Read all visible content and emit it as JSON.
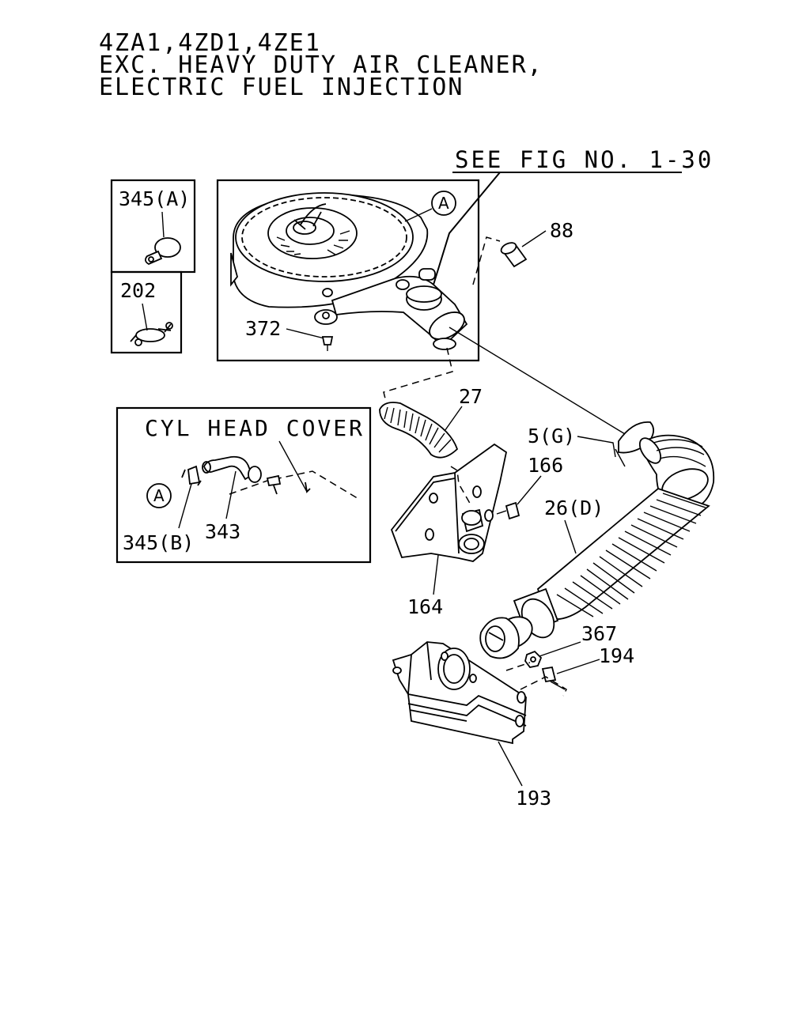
{
  "header": {
    "line1": "4ZA1,4ZD1,4ZE1",
    "line2": "EXC. HEAVY DUTY AIR CLEANER,",
    "line3": "ELECTRIC FUEL INJECTION"
  },
  "reference_note": "SEE FIG NO. 1-30",
  "callout_marker": "A",
  "inset_cyl_head_cover": {
    "title": "CYL HEAD COVER",
    "marker": "A",
    "parts": [
      "345(B)",
      "343"
    ]
  },
  "inset_345a": {
    "part": "345(A)"
  },
  "inset_202": {
    "part": "202"
  },
  "parts": {
    "p88": "88",
    "p372": "372",
    "p27": "27",
    "p5g": "5(G)",
    "p166": "166",
    "p26d": "26(D)",
    "p164": "164",
    "p367": "367",
    "p194": "194",
    "p193": "193"
  }
}
